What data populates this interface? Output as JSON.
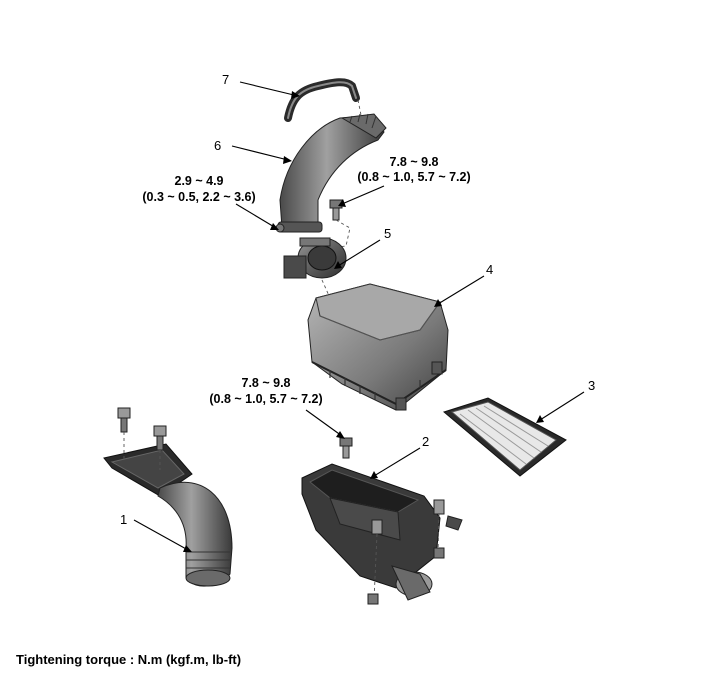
{
  "callouts": {
    "c1": "1",
    "c2": "2",
    "c3": "3",
    "c4": "4",
    "c5": "5",
    "c6": "6",
    "c7": "7"
  },
  "torques": {
    "t1_line1": "2.9 ~ 4.9",
    "t1_line2": "(0.3 ~ 0.5, 2.2 ~ 3.6)",
    "t2_line1": "7.8 ~ 9.8",
    "t2_line2": "(0.8 ~ 1.0, 5.7 ~ 7.2)",
    "t3_line1": "7.8 ~ 9.8",
    "t3_line2": "(0.8 ~ 1.0, 5.7 ~ 7.2)"
  },
  "caption": "Tightening torque : N.m (kgf.m, lb-ft)"
}
